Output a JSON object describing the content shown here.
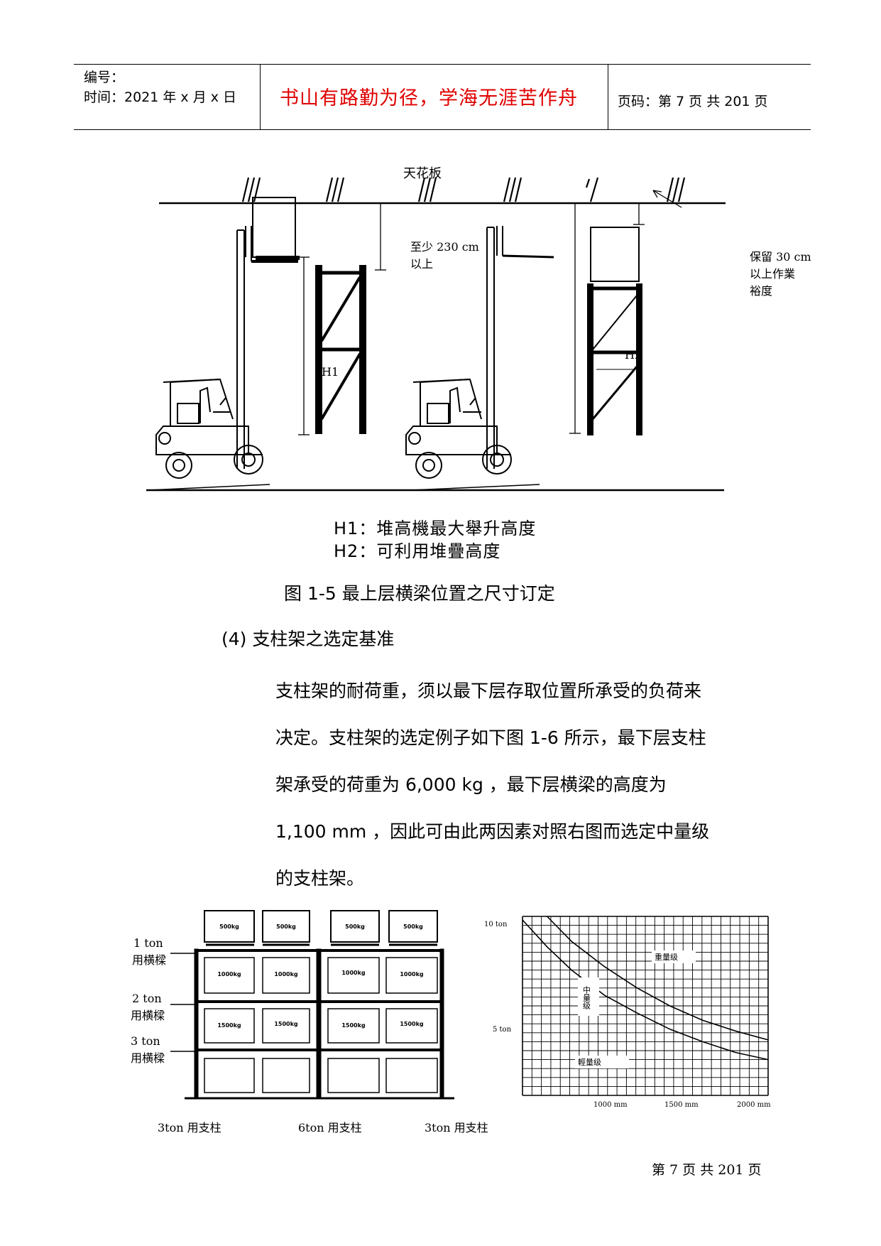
{
  "header": {
    "serial_label": "编号：",
    "date_label": "时间：2021 年 x 月 x 日",
    "motto": "书山有路勤为径，学海无涯苦作舟",
    "page_label": "页码：第 7 页 共 201 页"
  },
  "figure_1_5": {
    "ceiling_label": "天花板",
    "clearance_line1": "至少 230 cm",
    "clearance_line2": "以上",
    "margin_line1": "保留 30 cm",
    "margin_line2": "以上作業",
    "margin_line3": "裕度",
    "h1_label": "H1",
    "h2_label": "H2",
    "legend_h1": "H1：堆高機最大舉升高度",
    "legend_h2": "H2：可利用堆疊高度",
    "caption": "图  1-5  最上层横梁位置之尺寸订定"
  },
  "section": {
    "heading": "(4)  支柱架之选定基准",
    "paragraph_lines": [
      "支柱架的耐荷重，须以最下层存取位置所承受的负荷来",
      "决定。支柱架的选定例子如下图  1-6  所示，最下层支柱",
      "架承受的荷重为  6,000 kg  ，最下层横梁的高度为",
      "1,100 mm  ，因此可由此两因素对照右图而选定中量级",
      "的支柱架。"
    ]
  },
  "figure_1_6": {
    "beam_labels": [
      {
        "line1": "1 ton",
        "line2": "用横樑"
      },
      {
        "line1": "2 ton",
        "line2": "用横樑"
      },
      {
        "line1": "3 ton",
        "line2": "用横樑"
      }
    ],
    "top_loads": [
      "500kg",
      "500kg",
      "500kg",
      "500kg"
    ],
    "row2_loads": [
      "1000kg",
      "1000kg",
      "1000kg",
      "1000kg"
    ],
    "row3_loads": [
      "1500kg",
      "1500kg",
      "1500kg",
      "1500kg"
    ],
    "column_labels": [
      "3ton 用支柱",
      "6ton 用支柱",
      "3ton 用支柱"
    ]
  },
  "chart_data": {
    "type": "line",
    "title": "",
    "xlabel": "",
    "ylabel": "",
    "x_ticks": [
      "1000 mm",
      "1500 mm",
      "2000 mm"
    ],
    "y_ticks": [
      "10 ton",
      "5 ton"
    ],
    "xlim": [
      500,
      2000
    ],
    "ylim": [
      0,
      10
    ],
    "grid": true,
    "region_labels": [
      "重量级",
      "中量级",
      "輕量级"
    ],
    "series": [
      {
        "x": [
          650,
          800,
          1000,
          1200,
          1400,
          1600,
          1800,
          2000
        ],
        "values": [
          10,
          8.6,
          7.2,
          6.0,
          5.0,
          4.2,
          3.6,
          3.1
        ]
      },
      {
        "x": [
          500,
          650,
          800,
          1000,
          1200,
          1400,
          1600,
          1800,
          2000
        ],
        "values": [
          9.8,
          8.3,
          7.0,
          5.6,
          4.6,
          3.7,
          3.0,
          2.4,
          2.0
        ]
      }
    ]
  },
  "footer": {
    "text": "第  7  页  共  201  页"
  }
}
